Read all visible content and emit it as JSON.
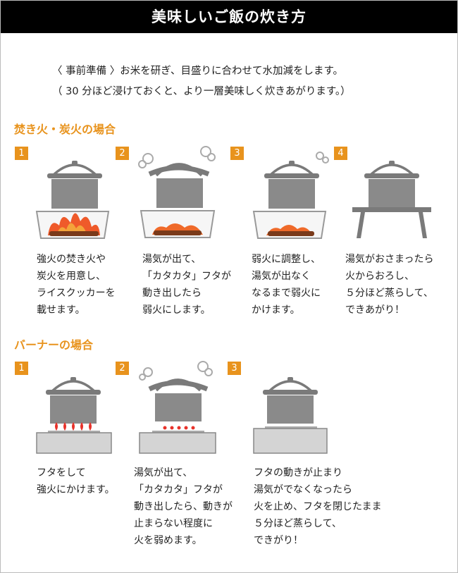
{
  "title": "美味しいご飯の炊き方",
  "intro": [
    "〈 事前準備 〉お米を研ぎ、目盛りに合わせて水加減をします。",
    "（ 30 分ほど浸けておくと、より一層美味しく炊きあがります。）"
  ],
  "fire_section": {
    "heading": "焚き火・炭火の場合",
    "steps": [
      {
        "num": "1",
        "lines": [
          "強火の焚き火や",
          "炭火を用意し、",
          "ライスクッカーを",
          "載せます。"
        ]
      },
      {
        "num": "2",
        "lines": [
          "湯気が出て、",
          "「カタカタ」フタが",
          "動き出したら",
          "弱火にします。"
        ]
      },
      {
        "num": "3",
        "lines": [
          "弱火に調整し、",
          "湯気が出なく",
          "なるまで弱火に",
          "かけます。"
        ]
      },
      {
        "num": "4",
        "lines": [
          "湯気がおさまったら",
          "火からおろし、",
          "５分ほど蒸らして、",
          "できあがり！"
        ]
      }
    ]
  },
  "burner_section": {
    "heading": "バーナーの場合",
    "steps": [
      {
        "num": "1",
        "lines": [
          "フタをして",
          "強火にかけます。"
        ]
      },
      {
        "num": "2",
        "lines": [
          "湯気が出て、",
          "「カタカタ」フタが",
          "動き出したら、動きが",
          "止まらない程度に",
          "火を弱めます。"
        ]
      },
      {
        "num": "3",
        "lines": [
          "フタの動きが止まり",
          "湯気がでなくなったら",
          "火を止め、フタを閉じたまま",
          "５分ほど蒸らして、",
          "できがり！"
        ]
      }
    ]
  },
  "colors": {
    "accent": "#e8931d",
    "pot": "#7a7a7a",
    "flame": "#e8322a"
  }
}
